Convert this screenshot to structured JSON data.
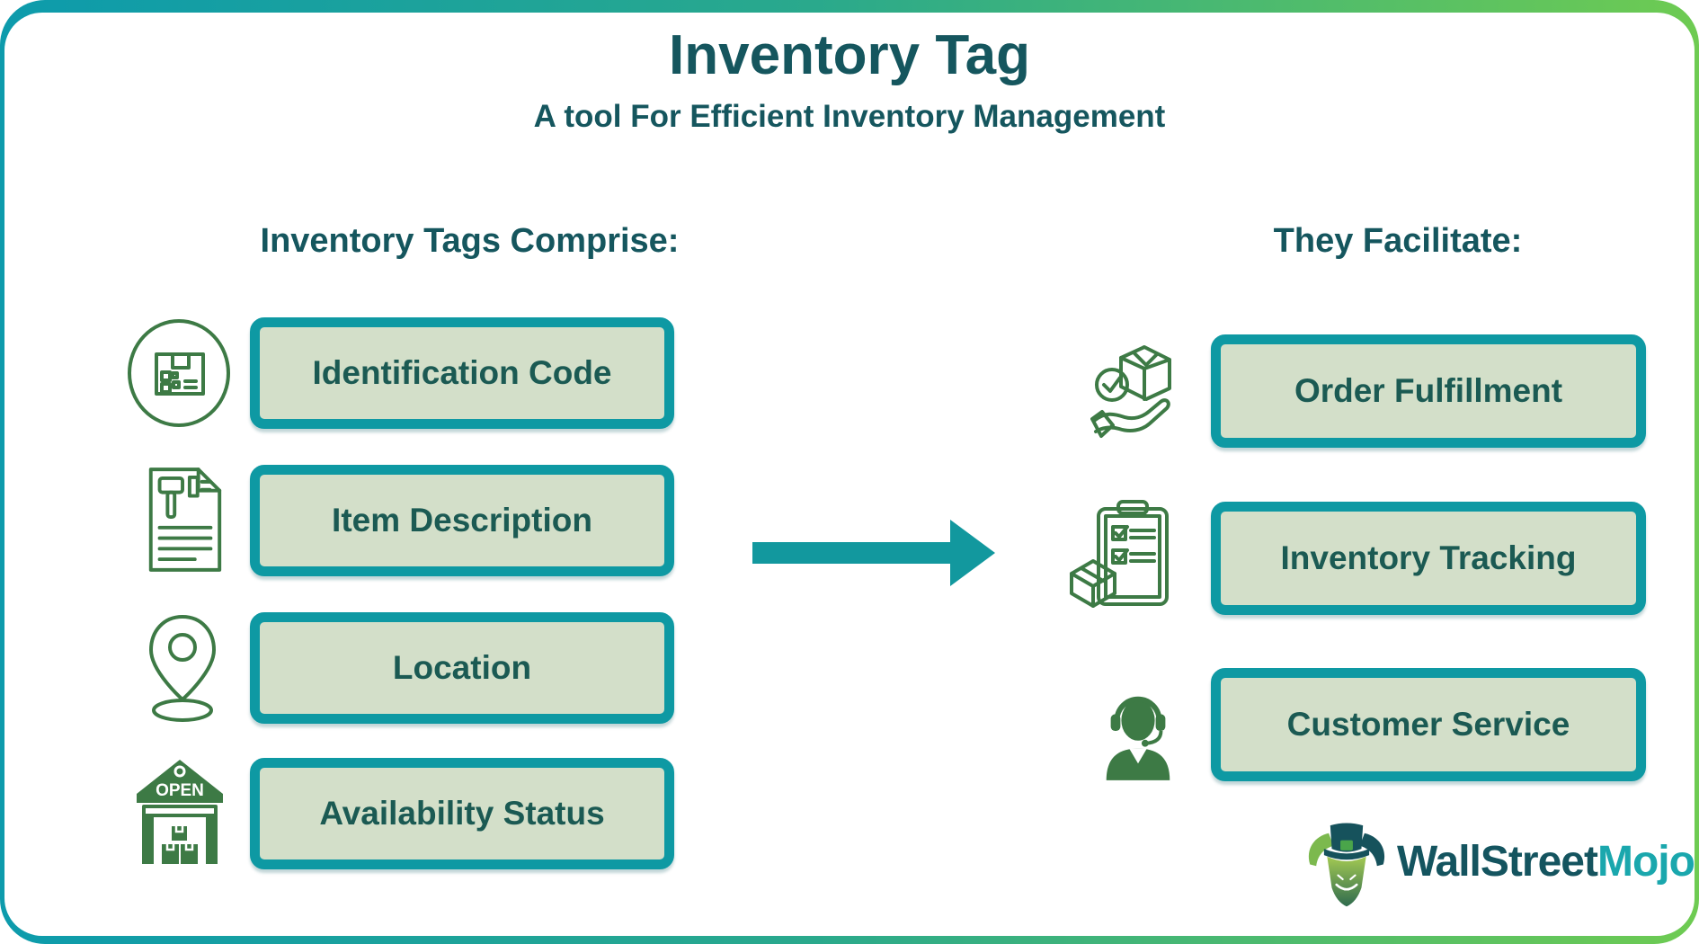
{
  "header": {
    "title": "Inventory Tag",
    "subtitle": "A tool For Efficient Inventory Management"
  },
  "left_section": {
    "heading": "Inventory Tags Comprise:",
    "items": [
      {
        "label": "Identification Code",
        "icon": "qr-package-icon"
      },
      {
        "label": "Item Description",
        "icon": "document-gavel-icon"
      },
      {
        "label": "Location",
        "icon": "location-pin-icon"
      },
      {
        "label": "Availability Status",
        "icon": "warehouse-open-icon",
        "sign": "OPEN"
      }
    ]
  },
  "right_section": {
    "heading": "They Facilitate:",
    "items": [
      {
        "label": "Order Fulfillment",
        "icon": "hand-box-check-icon"
      },
      {
        "label": "Inventory Tracking",
        "icon": "clipboard-checklist-icon"
      },
      {
        "label": "Customer Service",
        "icon": "customer-support-icon"
      }
    ]
  },
  "arrow": {
    "icon": "right-arrow-icon",
    "direction": "right"
  },
  "logo": {
    "text_primary": "WallStreet",
    "text_secondary": "Mojo",
    "icon": "bull-mascot-icon"
  },
  "colors": {
    "accent_teal": "#0e99a3",
    "box_fill": "#d3dfc9",
    "ink": "#15565e",
    "label_ink": "#1b5a53",
    "icon_green": "#3d7a45",
    "gradient_start": "#0d9bac",
    "gradient_end": "#6ecb52",
    "logo_dark": "#14545f",
    "logo_teal": "#1aa7ad"
  }
}
